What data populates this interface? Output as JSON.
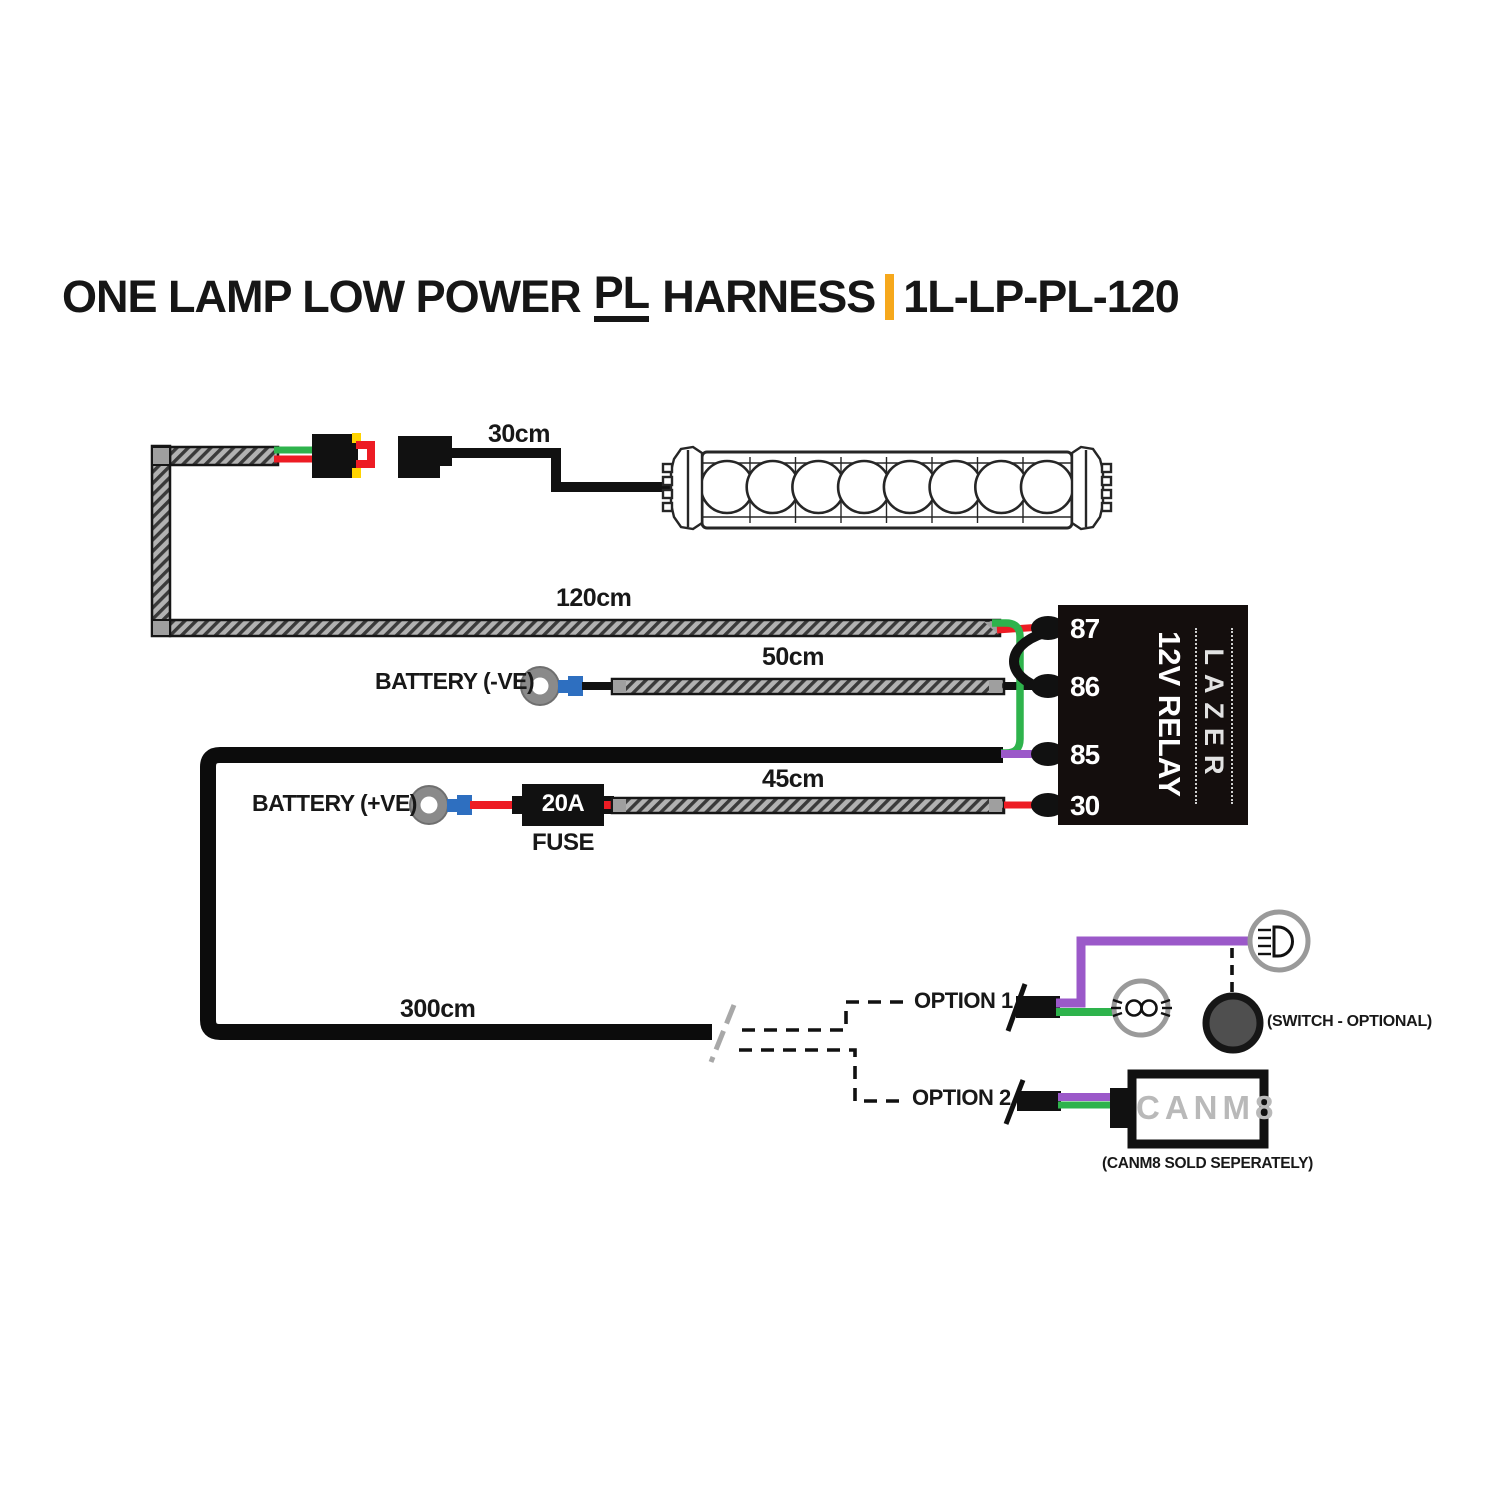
{
  "title": {
    "part1": "ONE LAMP LOW POWER",
    "part2": "PL",
    "part3": "HARNESS",
    "code": "1L-LP-PL-120"
  },
  "measurements": {
    "wire30": "30cm",
    "wire120": "120cm",
    "wire50": "50cm",
    "wire45": "45cm",
    "wire300": "300cm"
  },
  "battery": {
    "negative": "BATTERY (-VE)",
    "positive": "BATTERY (+VE)"
  },
  "fuse": {
    "rating": "20A",
    "label": "FUSE"
  },
  "relay": {
    "label": "12V RELAY",
    "brand": "LAZER",
    "pins": [
      "87",
      "86",
      "85",
      "30"
    ]
  },
  "options": {
    "option1": "OPTION 1",
    "option2": "OPTION 2",
    "switch_note": "(SWITCH - OPTIONAL)",
    "canm8_label": "CANM8",
    "canm8_note": "(CANM8 SOLD SEPERATELY)"
  },
  "colors": {
    "accent_orange": "#F6A81C",
    "wire_red": "#ED1C24",
    "wire_green": "#2EB34C",
    "wire_purple": "#9B59C9",
    "crimp_blue": "#2E6FC0",
    "relay_black": "#140E0D"
  }
}
